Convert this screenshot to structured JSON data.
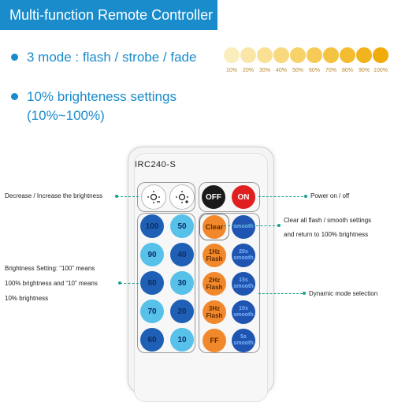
{
  "title": "Multi-function Remote Controller",
  "features": {
    "modes": "3 mode : flash / strobe / fade",
    "brightness_line1": "10% brighteness settings",
    "brightness_line2": "(10%~100%)"
  },
  "brightness_scale": {
    "labels": [
      "10%",
      "20%",
      "30%",
      "40%",
      "50%",
      "60%",
      "70%",
      "80%",
      "90%",
      "100%"
    ],
    "colors": [
      "#fbeebe",
      "#fae7a8",
      "#f9e093",
      "#f8d97e",
      "#f7d269",
      "#f6ca55",
      "#f5c342",
      "#f4bc30",
      "#f2b41e",
      "#f1ac0c"
    ]
  },
  "remote": {
    "model": "IRC240-S",
    "off_label": "OFF",
    "on_label": "ON",
    "clear_label": "Clear",
    "smooth_label": "smooth",
    "numbers": [
      "100",
      "50",
      "90",
      "40",
      "80",
      "30",
      "70",
      "20",
      "60",
      "10"
    ],
    "flash_buttons": [
      "1Hz Flash",
      "2Hz Flash",
      "3Hz Flash",
      "FF"
    ],
    "smooth_buttons": [
      "20s smooth",
      "15s smooth",
      "10s smooth",
      "5s smooth"
    ]
  },
  "annotations": {
    "brightness_adjust": "Decrease / Increase the brightness",
    "power": "Power on / off",
    "clear_line1": "Clear all flash / smooth settings",
    "clear_line2": "and return to 100% brightness",
    "setting_line1": "Brightness Setting: “100” means",
    "setting_line2": "100% brightness and “10” means",
    "setting_line3": "10% brightness",
    "dynamic": "Dynamic mode selection"
  },
  "colors": {
    "accent": "#1a8ccb",
    "leader": "#1aa08a",
    "off_button": "#1a1a1a",
    "on_button": "#e02020"
  }
}
